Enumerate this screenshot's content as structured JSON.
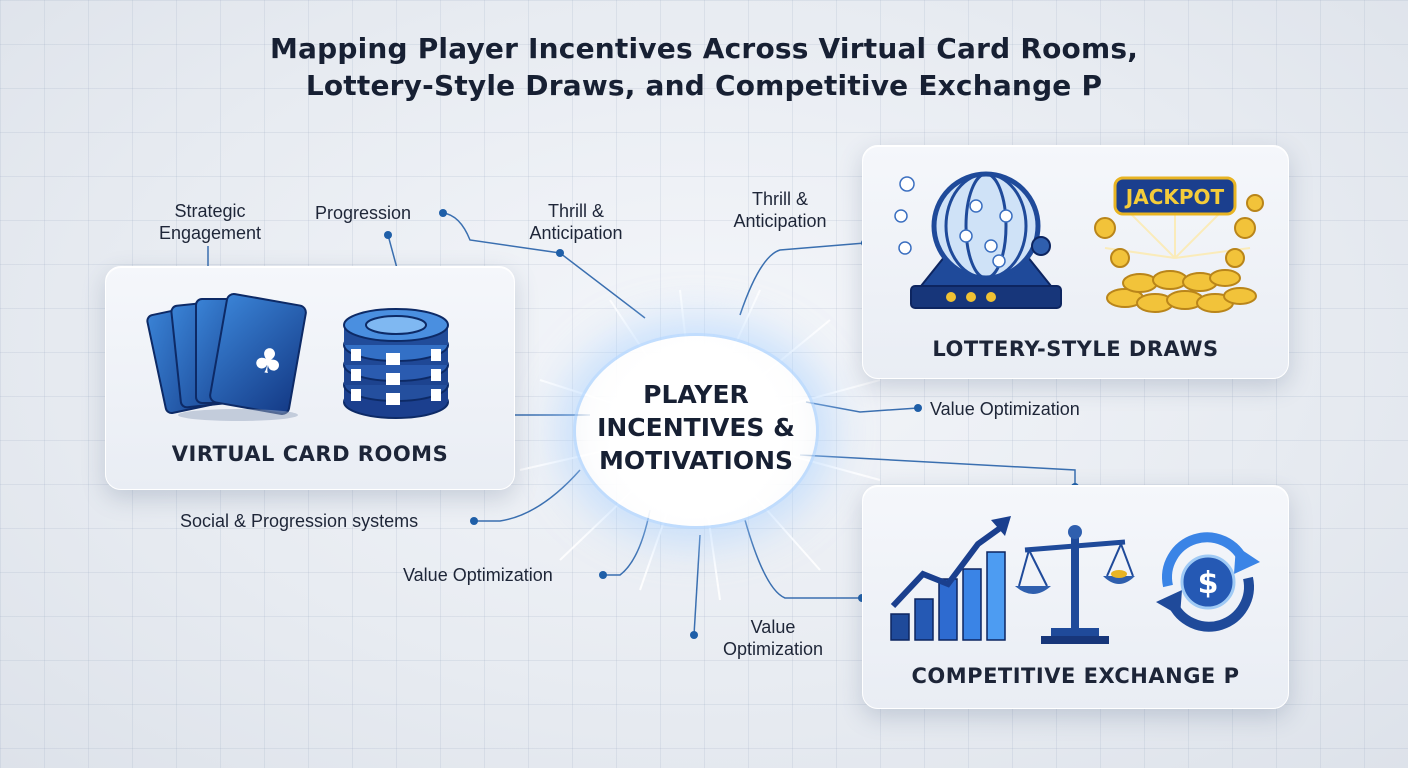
{
  "title": {
    "line1": "Mapping Player Incentives Across Virtual Card Rooms,",
    "line2": "Lottery-Style Draws, and Competitive Exchange P"
  },
  "hub": {
    "line1": "PLAYER",
    "line2": "INCENTIVES &",
    "line3": "MOTIVATIONS"
  },
  "cards": {
    "virtual_card_rooms": {
      "label": "VIRTUAL CARD ROOMS",
      "icons": [
        "playing-cards-icon",
        "poker-chips-icon"
      ]
    },
    "lottery_style_draws": {
      "label": "LOTTERY-STYLE DRAWS",
      "icons": [
        "lottery-drum-icon",
        "jackpot-coins-icon"
      ],
      "jackpot_text": "JACKPOT"
    },
    "competitive_exchange": {
      "label": "COMPETITIVE EXCHANGE P",
      "icons": [
        "growth-chart-icon",
        "balance-scale-icon",
        "currency-exchange-icon"
      ],
      "dollar_sign": "$"
    }
  },
  "labels": {
    "strategic_1": "Strategic",
    "strategic_2": "Engagement",
    "progression": "Progression",
    "thrill_left_1": "Thrill &",
    "thrill_left_2": "Anticipation",
    "thrill_right_1": "Thrill &",
    "thrill_right_2": "Anticipation",
    "value_right": "Value Optimization",
    "social": "Social & Progression systems",
    "value_left": "Value Optimization",
    "value_bottom_1": "Value",
    "value_bottom_2": "Optimization"
  },
  "colors": {
    "accent": "#1f5fa8",
    "dark_blue": "#18357a",
    "connector": "#3a6fb0",
    "gold": "#e8b423"
  }
}
